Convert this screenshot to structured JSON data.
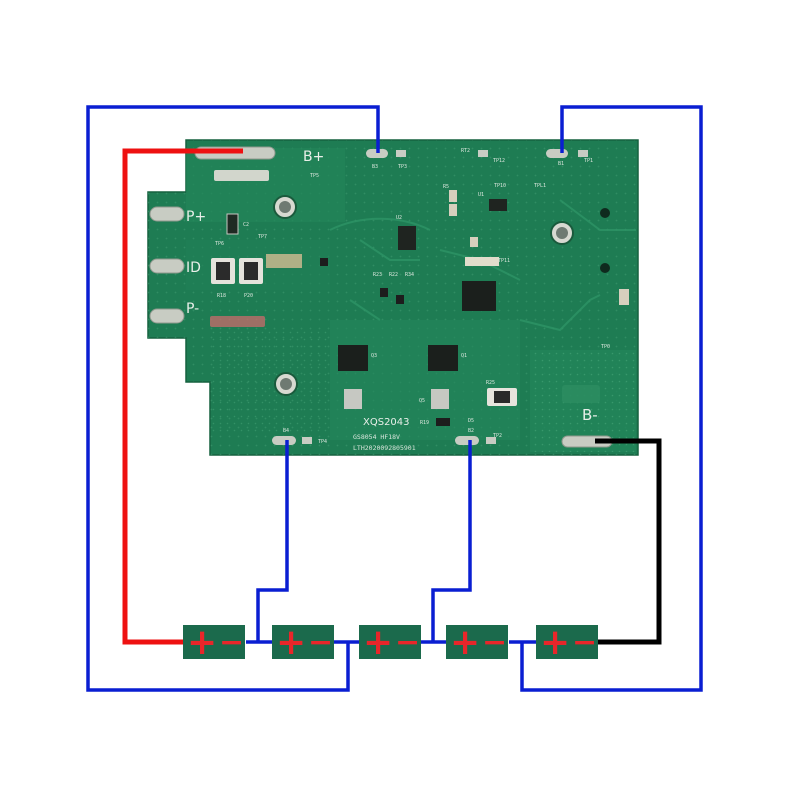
{
  "board": {
    "terminals": {
      "b_plus": "B+",
      "p_plus": "P+",
      "id": "ID",
      "p_minus": "P-",
      "b_minus": "B-"
    },
    "pads": {
      "b3": "B3",
      "tp3": "TP3",
      "rt2": "RT2",
      "tp12": "TP12",
      "b1": "B1",
      "tp1": "TP1",
      "tp0": "TP0",
      "b4": "B4",
      "tp4": "TP4",
      "b2": "B2",
      "tp2": "TP2",
      "tp5": "TP5",
      "tp6": "TP6",
      "tp7": "TP7"
    },
    "components": {
      "u1": "U1",
      "u2": "U2",
      "r25": "R25",
      "q1": "Q1",
      "q3": "Q3",
      "q5": "Q5",
      "d5": "D5",
      "r19": "R19",
      "r18": "R18",
      "p20": "P20",
      "c2": "C2",
      "r5": "R5",
      "r23": "R23",
      "r22": "R22",
      "r34": "R34",
      "tp11": "TP11",
      "tp10": "TP10",
      "tpl1": "TPL1"
    },
    "silk_lines": {
      "chip_marking": "XQS2043",
      "model": "GS8054 HF18V",
      "lot": "LTH2020092805901"
    }
  },
  "cells": [
    {
      "plus": "+",
      "minus": "−"
    },
    {
      "plus": "+",
      "minus": "−"
    },
    {
      "plus": "+",
      "minus": "−"
    },
    {
      "plus": "+",
      "minus": "−"
    },
    {
      "plus": "+",
      "minus": "−"
    }
  ],
  "colors": {
    "positive_wire": "#ee1111",
    "negative_wire": "#000000",
    "balance_wire": "#0a1ed2",
    "pcb": "#1d7a52",
    "cell": "#1b6a4c",
    "cell_sign": "#e8262a"
  }
}
